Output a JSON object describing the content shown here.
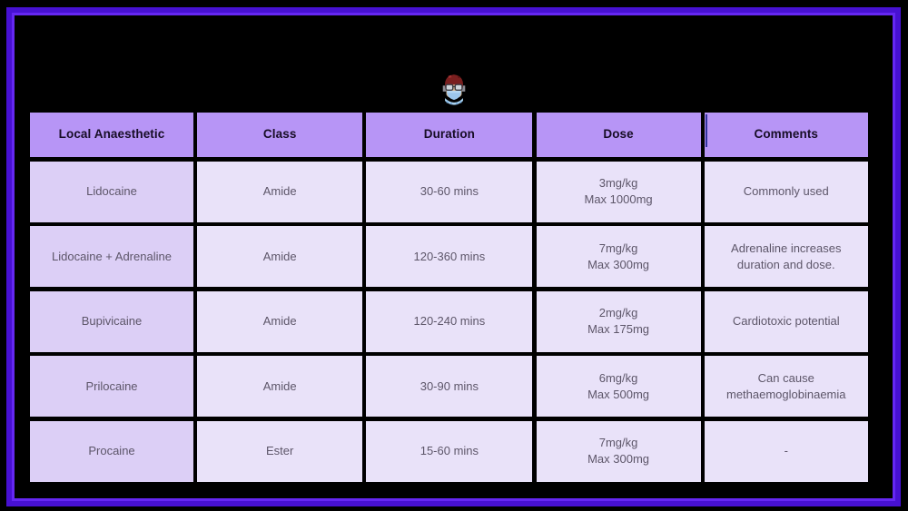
{
  "canvas": {
    "background": "#000000"
  },
  "frame": {
    "outer_color": "#4711d2",
    "inner_color": "#6527f2"
  },
  "icons": {
    "avatar": "medic-face-with-glasses-and-surgical-mask"
  },
  "colors": {
    "header_bg": "#b795f6",
    "first_column_bg": "#dccff6",
    "cell_bg": "#e9e2f9",
    "header_text": "#170d26",
    "body_text": "#5d5669",
    "caret": "#32329e"
  },
  "table": {
    "headers": [
      "Local Anaesthetic",
      "Class",
      "Duration",
      "Dose",
      "Comments"
    ],
    "rows": [
      {
        "name": "Lidocaine",
        "class": "Amide",
        "duration": "30-60 mins",
        "dose_per_kg": "3mg/kg",
        "dose_max": "Max 1000mg",
        "comments": "Commonly used"
      },
      {
        "name": "Lidocaine + Adrenaline",
        "class": "Amide",
        "duration": "120-360 mins",
        "dose_per_kg": "7mg/kg",
        "dose_max": "Max 300mg",
        "comments": "Adrenaline increases duration and dose."
      },
      {
        "name": "Bupivicaine",
        "class": "Amide",
        "duration": "120-240 mins",
        "dose_per_kg": "2mg/kg",
        "dose_max": "Max 175mg",
        "comments": "Cardiotoxic potential"
      },
      {
        "name": "Prilocaine",
        "class": "Amide",
        "duration": "30-90 mins",
        "dose_per_kg": "6mg/kg",
        "dose_max": "Max 500mg",
        "comments": "Can cause methaemoglobinaemia"
      },
      {
        "name": "Procaine",
        "class": "Ester",
        "duration": "15-60 mins",
        "dose_per_kg": "7mg/kg",
        "dose_max": "Max 300mg",
        "comments": "-"
      }
    ]
  }
}
